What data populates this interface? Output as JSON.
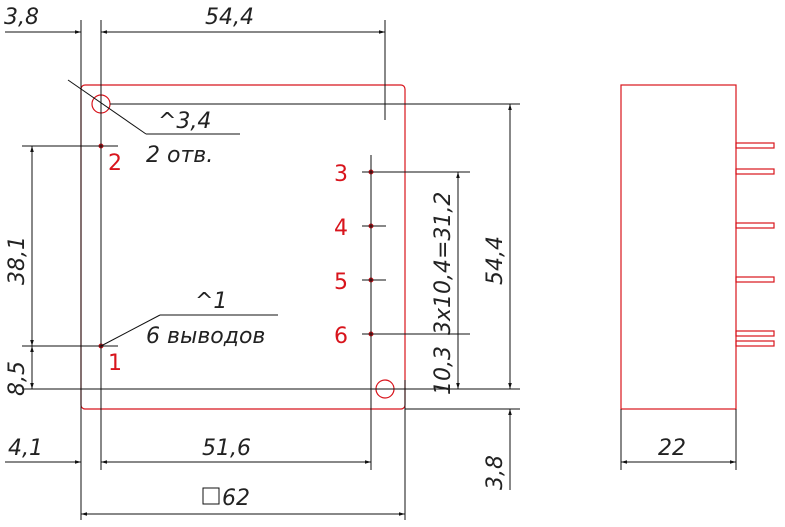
{
  "dims": {
    "d_3_8_top": "3,8",
    "d_54_4_top": "54,4",
    "d_hole": "^3,4",
    "d_holes_count": "2 отв.",
    "d_38_1": "38,1",
    "d_8_5": "8,5",
    "d_pin_dia": "^1",
    "d_pins_count": "6 выводов",
    "d_pitch": "10,3",
    "d_pitch_total": "3x10,4=31,2",
    "d_54_4_right": "54,4",
    "d_3_8_right": "3,8",
    "d_4_1": "4,1",
    "d_51_6": "51,6",
    "d_62": "62",
    "d_22": "22"
  },
  "pins": [
    "1",
    "2",
    "3",
    "4",
    "5",
    "6"
  ],
  "colors": {
    "outline": "#d8141c",
    "line": "#111111"
  }
}
